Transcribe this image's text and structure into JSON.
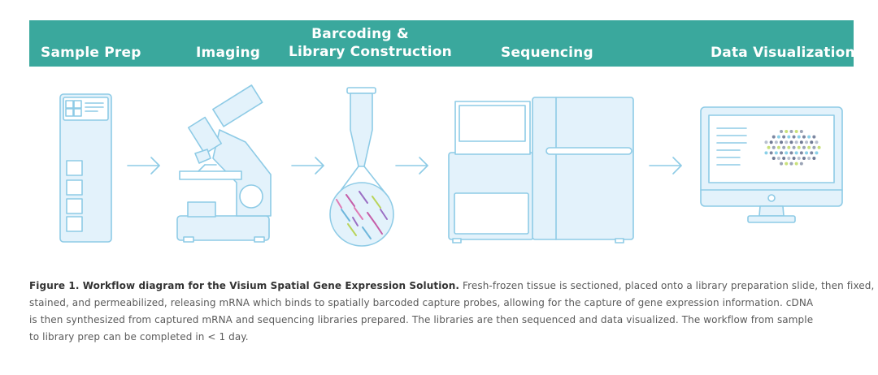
{
  "banner": {
    "color": "#3aa89d",
    "steps": [
      {
        "label": "Sample Prep"
      },
      {
        "label": "Imaging"
      },
      {
        "label_line1": "Barcoding &",
        "label_line2": "Library Construction"
      },
      {
        "label": "Sequencing"
      },
      {
        "label": "Data Visualization"
      }
    ]
  },
  "icons": {
    "stroke_color": "#8ecbe6",
    "fill_color": "#e3f2fb",
    "items": [
      "slide-icon",
      "microscope-icon",
      "tube-icon",
      "sequencer-icon",
      "monitor-icon"
    ]
  },
  "caption": {
    "bold": "Figure 1. Workflow diagram for the Visium Spatial Gene Expression Solution.",
    "line1_rest": " Fresh-frozen tissue is sectioned, placed onto a library preparation slide, then fixed,",
    "line2": "stained, and permeabilized, releasing mRNA which binds to spatially barcoded capture probes, allowing for the capture of gene expression information. cDNA",
    "line3": "is then synthesized from captured mRNA and sequencing libraries prepared. The libraries are then sequenced and data visualized. The workflow from sample",
    "line4": "to library prep can be completed in < 1 day."
  }
}
